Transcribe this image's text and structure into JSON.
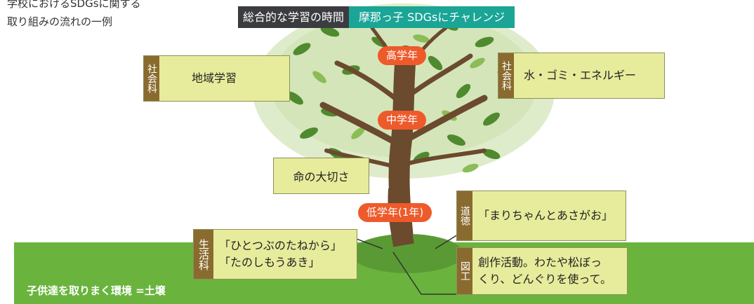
{
  "intro": {
    "line1": "学校におけるSDGsに関する",
    "line2": "取り組みの流れの一例"
  },
  "header": {
    "left": "総合的な学習の時間",
    "right": "摩那っ子 SDGsにチャレンジ"
  },
  "grades": {
    "high": "高学年",
    "middle": "中学年",
    "low": "低学年(1年)"
  },
  "boxes": {
    "social_left": {
      "tag": "社会科",
      "text": "地域学習"
    },
    "social_right": {
      "tag": "社会科",
      "text": "水・ゴミ・エネルギー"
    },
    "life": {
      "text": "命の大切さ"
    },
    "moral": {
      "tag": "道徳",
      "text": "「まりちゃんとあさがお」"
    },
    "living": {
      "tag": "生活科",
      "line1": "「ひとつぶのたねから」",
      "line2": "「たのしもうあき」"
    },
    "art": {
      "tag": "図工",
      "line1": "創作活動。わたや松ぼっ",
      "line2": "くり、どんぐりを使って。"
    }
  },
  "ground": {
    "label": "子供達を取りまく環境 =土壌"
  },
  "colors": {
    "ground": "#6ab43e",
    "box": "#e6ec9b",
    "tag": "#8a6b2f",
    "pill": "#ee5a2a",
    "header_dark": "#3b3c40",
    "header_teal": "#1aa596"
  }
}
